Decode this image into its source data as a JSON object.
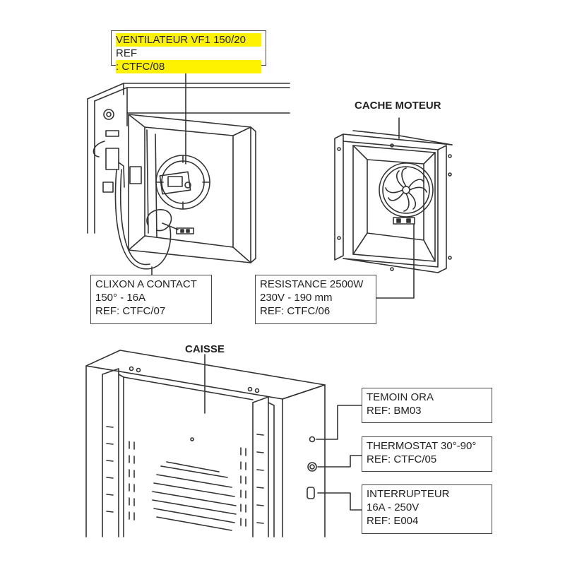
{
  "labels": {
    "ventilateur": {
      "line1": "VENTILATEUR VF1 150/20",
      "ref_prefix": "REF",
      "ref_value": ": CTFC/08"
    },
    "clixon": {
      "line1": "CLIXON A CONTACT",
      "line2": "150° - 16A",
      "line3": "REF: CTFC/07"
    },
    "resistance": {
      "line1": "RESISTANCE 2500W",
      "line2": "230V - 190 mm",
      "line3": "REF: CTFC/06"
    },
    "temoin": {
      "line1": "TEMOIN ORA",
      "line2": "REF: BM03"
    },
    "thermostat": {
      "line1": "THERMOSTAT 30°-90°",
      "line2": "REF: CTFC/05"
    },
    "interrupteur": {
      "line1": "INTERRUPTEUR",
      "line2": "16A - 250V",
      "line3": "REF: E004"
    }
  },
  "titles": {
    "cache_moteur": "CACHE MOTEUR",
    "caisse": "CAISSE"
  },
  "colors": {
    "highlight": "#fff200",
    "line": "#333333"
  }
}
